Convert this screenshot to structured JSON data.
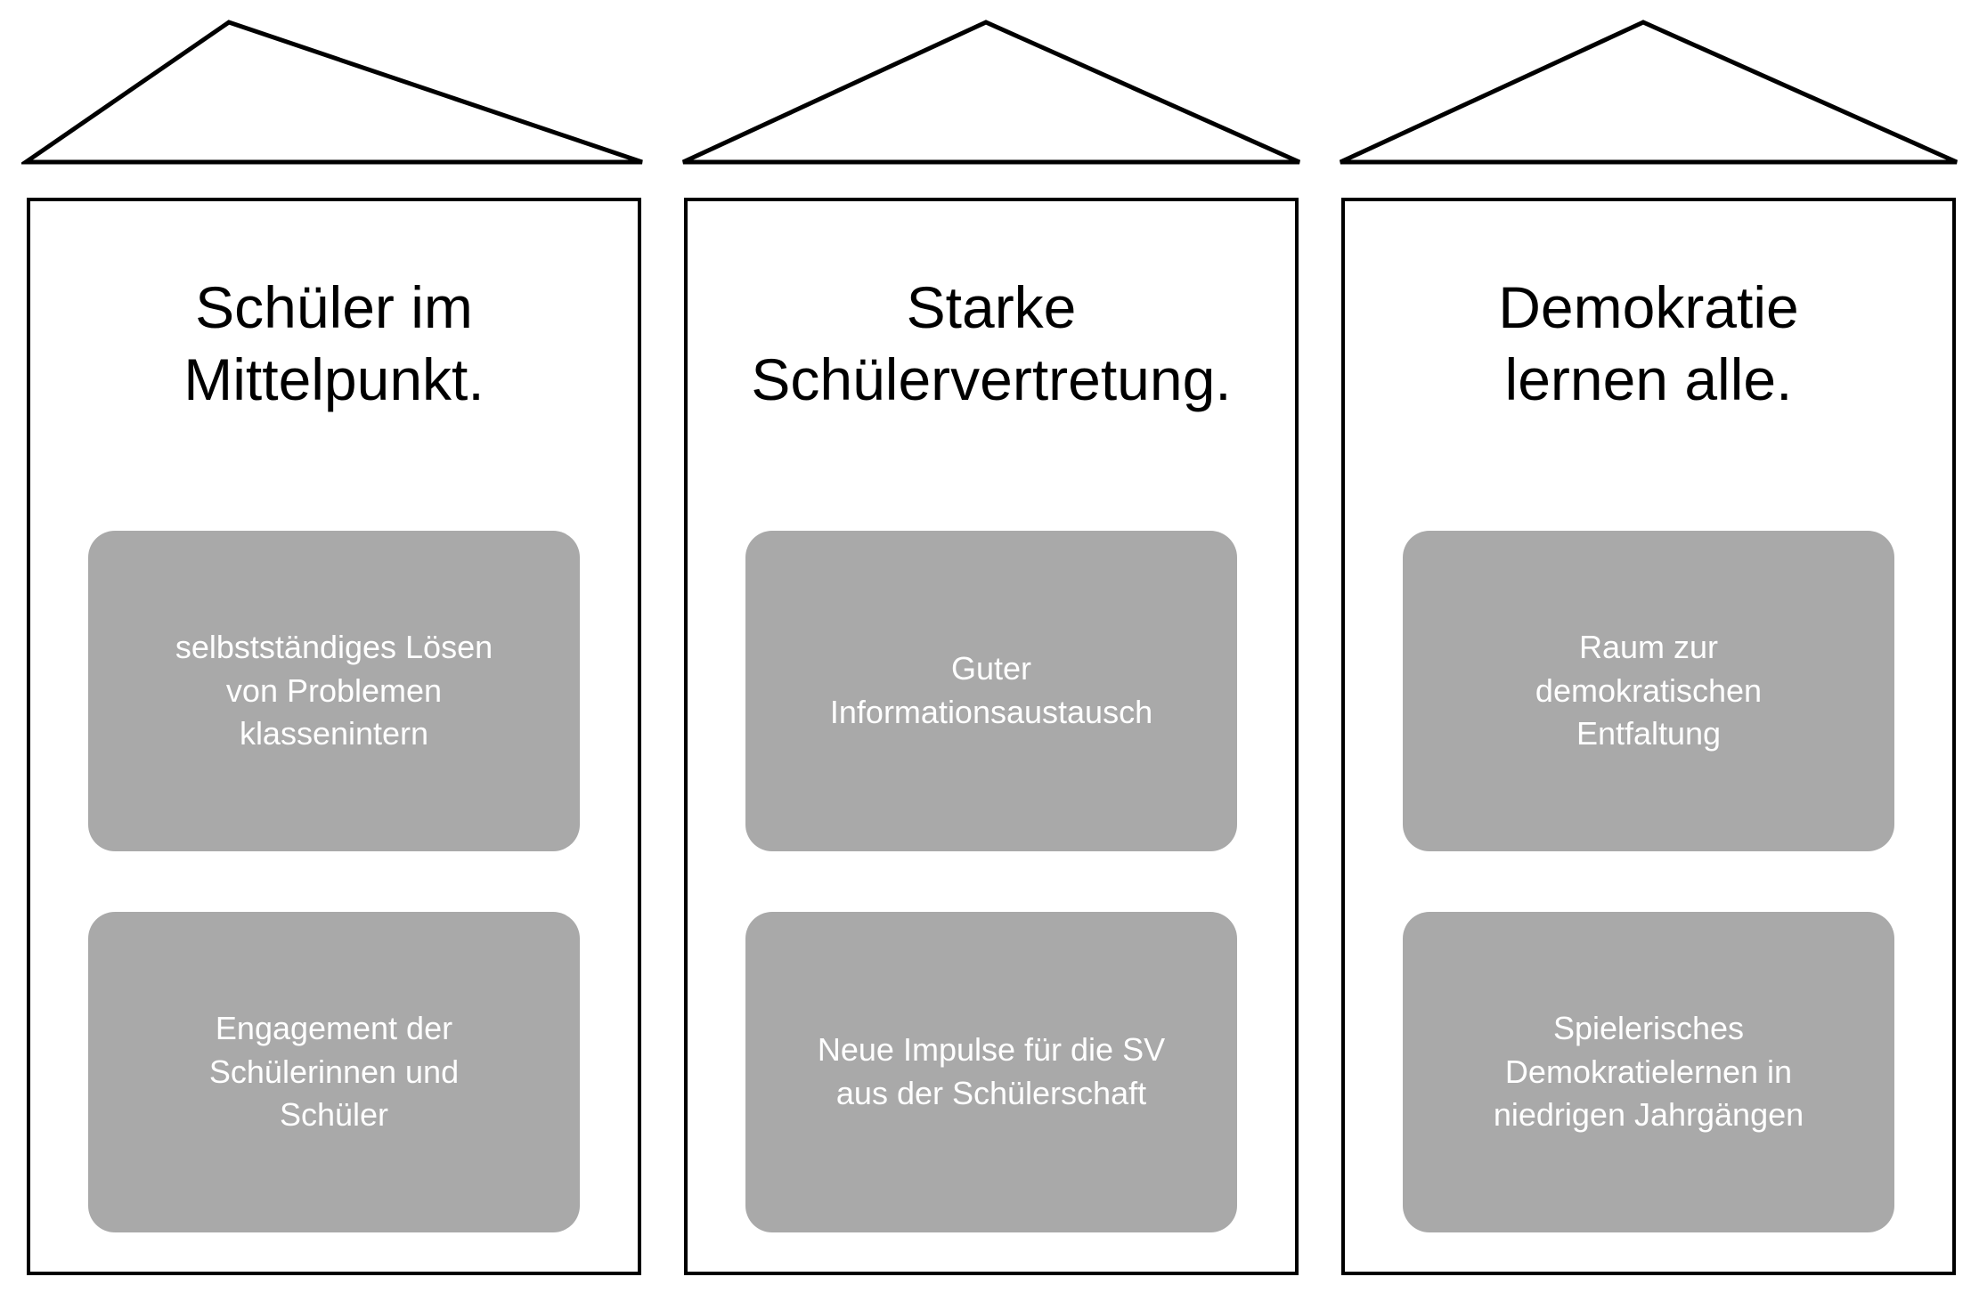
{
  "diagram": {
    "description": "Three house-shaped pillars, each with a roof, a title and two gray feature boxes",
    "colors": {
      "outline": "#000000",
      "background": "#ffffff",
      "box_fill": "#a9a9a9",
      "box_text": "#ffffff",
      "title_text": "#000000"
    },
    "houses": [
      {
        "title": "Schüler im Mittelpunkt.",
        "title_lines": [
          "Schüler im",
          "Mittelpunkt."
        ],
        "boxes": [
          {
            "text": "selbstständiges Lösen von Problemen klassenintern",
            "lines": [
              "selbstständiges Lösen",
              "von Problemen",
              "klassenintern"
            ]
          },
          {
            "text": "Engagement der Schülerinnen und Schüler",
            "lines": [
              "Engagement der",
              "Schülerinnen und",
              "Schüler"
            ]
          }
        ]
      },
      {
        "title": "Starke Schülervertretung.",
        "title_lines": [
          "Starke",
          "Schülervertretung."
        ],
        "boxes": [
          {
            "text": "Guter Informationsaustausch",
            "lines": [
              "Guter",
              "Informationsaustausch"
            ]
          },
          {
            "text": "Neue Impulse für die SV aus der Schülerschaft",
            "lines": [
              "Neue Impulse für die SV",
              "aus der Schülerschaft"
            ]
          }
        ]
      },
      {
        "title": "Demokratie lernen alle.",
        "title_lines": [
          "Demokratie",
          "lernen alle."
        ],
        "boxes": [
          {
            "text": "Raum zur demokratischen Entfaltung",
            "lines": [
              "Raum zur",
              "demokratischen",
              "Entfaltung"
            ]
          },
          {
            "text": "Spielerisches Demokratielernen in niedrigen Jahrgängen",
            "lines": [
              "Spielerisches",
              "Demokratielernen in",
              "niedrigen Jahrgängen"
            ]
          }
        ]
      }
    ]
  }
}
